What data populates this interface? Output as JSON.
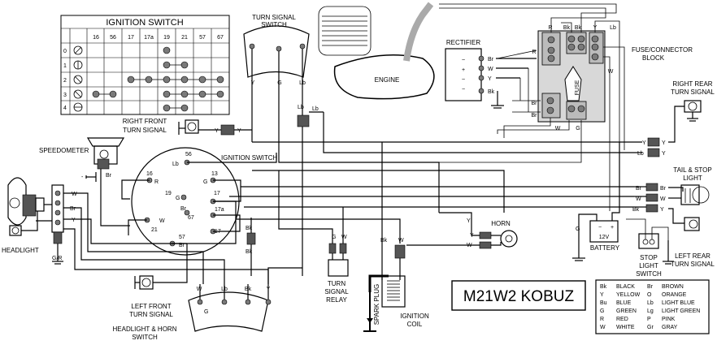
{
  "title": "M21W2 KOBUZ",
  "ignition_table": {
    "title": "IGNITION SWITCH",
    "columns": [
      "16",
      "56",
      "17",
      "17a",
      "19",
      "21",
      "57",
      "67"
    ],
    "rows": [
      "0",
      "1",
      "2",
      "3",
      "4"
    ]
  },
  "labels": {
    "turn_signal_switch": [
      "TURN SIGNAL",
      "SWITCH"
    ],
    "engine": "ENGINE",
    "rectifier": "RECTIFIER",
    "fuse_block": [
      "FUSE/CONNECTOR",
      "BLOCK"
    ],
    "fuse": "FUSE",
    "right_front_ts": [
      "RIGHT FRONT",
      "TURN SIGNAL"
    ],
    "right_rear_ts": [
      "RIGHT REAR",
      "TURN SIGNAL"
    ],
    "speedometer": "SPEEDOMETER",
    "ignition_switch": "IGNITION SWITCH",
    "tail_stop": [
      "TAIL & STOP",
      "LIGHT"
    ],
    "headlight": "HEADLIGHT",
    "horn": "HORN",
    "battery": "BATTERY",
    "battery_v": "12V",
    "stop_light_switch": [
      "STOP",
      "LIGHT",
      "SWITCH"
    ],
    "left_rear_ts": [
      "LEFT REAR",
      "TURN SIGNAL"
    ],
    "left_front_ts": [
      "LEFT FRONT",
      "TURN SIGNAL"
    ],
    "headlight_horn_switch": [
      "HEADLIGHT & HORN",
      "SWITCH"
    ],
    "turn_signal_relay": [
      "TURN",
      "SIGNAL",
      "RELAY"
    ],
    "spark_plug": "SPARK PLUG",
    "ignition_coil": [
      "IGNITION",
      "COIL"
    ]
  },
  "legend": [
    {
      "code": "Bk",
      "name": "BLACK",
      "code2": "Br",
      "name2": "BROWN"
    },
    {
      "code": "Y",
      "name": "YELLOW",
      "code2": "O",
      "name2": "ORANGE"
    },
    {
      "code": "Bu",
      "name": "BLUE",
      "code2": "Lb",
      "name2": "LIGHT BLUE"
    },
    {
      "code": "G",
      "name": "GREEN",
      "code2": "Lg",
      "name2": "LIGHT GREEN"
    },
    {
      "code": "R",
      "name": "RED",
      "code2": "P",
      "name2": "PINK"
    },
    {
      "code": "W",
      "name": "WHITE",
      "code2": "Gr",
      "name2": "GRAY"
    }
  ],
  "wire_codes": {
    "Y": "Y",
    "G": "G",
    "Lb": "Lb",
    "Bk": "Bk",
    "W": "W",
    "Br": "Br",
    "R": "R",
    "GR": "G/R",
    "neg": "-",
    "t16": "16",
    "t56": "56",
    "t13": "13",
    "t19": "19",
    "t17": "17",
    "t17a": "17a",
    "t67": "67",
    "t21": "21",
    "t57": "57",
    "plus": "+",
    "minus": "−",
    "ac": "~"
  }
}
